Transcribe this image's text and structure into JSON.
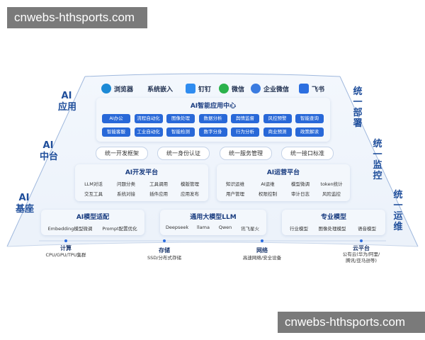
{
  "watermark": {
    "top": "cnwebs-hthsports.com",
    "bottom": "cnwebs-hthsports.com"
  },
  "layers": {
    "app": "AI\n应用",
    "middle": "AI\n中台",
    "base": "AI\n基座"
  },
  "unified": {
    "part1": "统\n一\n部\n署",
    "part2": "统\n一\n监\n控",
    "part3": "统\n一\n运\n维"
  },
  "top_apps": [
    {
      "label": "浏览器",
      "icon": "edge-browser-icon",
      "color": "#1c8ad6"
    },
    {
      "label": "系统嵌入",
      "icon": "",
      "color": ""
    },
    {
      "label": "钉钉",
      "icon": "dingtalk-icon",
      "color": "#2f8cf0"
    },
    {
      "label": "微信",
      "icon": "wechat-icon",
      "color": "#2bb24c"
    },
    {
      "label": "企业微信",
      "icon": "wecom-icon",
      "color": "#3a7be0"
    },
    {
      "label": "飞书",
      "icon": "feishu-icon",
      "color": "#2c6fe0"
    }
  ],
  "app_center": {
    "title": "AI智能应用中心",
    "row1": [
      "AI办公",
      "流程自动化",
      "图像处理",
      "数据分析",
      "舆情监督",
      "风控预警",
      "智能查询"
    ],
    "row2": [
      "智能客服",
      "工业自动化",
      "智能检测",
      "数字分身",
      "行为分析",
      "商业预测",
      "政策解读"
    ]
  },
  "unify_pills": [
    "统一开发框架",
    "统一身份认证",
    "统一服务管理",
    "统一接口标准"
  ],
  "dev_platform": {
    "title": "AI开发平台",
    "row1": [
      "LLM对话",
      "问题分类",
      "工具调用",
      "模版管理"
    ],
    "row2": [
      "交互工具",
      "系统对接",
      "插件应用",
      "应用发布"
    ]
  },
  "ops_platform": {
    "title": "AI运营平台",
    "row1": [
      "知识运维",
      "AI运维",
      "模型微调",
      "token统计"
    ],
    "row2": [
      "用户管理",
      "权限控制",
      "审计日志",
      "风险监控"
    ]
  },
  "model_adapt": {
    "title": "AI模型适配",
    "items": [
      "Embedding模型微调",
      "Prompt配置优化"
    ]
  },
  "llm": {
    "title": "通用大模型LLM",
    "items": [
      "Deepseek",
      "llama",
      "Qwen",
      "讯飞星火"
    ]
  },
  "pro_model": {
    "title": "专业模型",
    "items": [
      "行业模型",
      "图像处理模型",
      "语音模型"
    ]
  },
  "infra": [
    {
      "title": "计算",
      "sub": "CPU/GPU/TPU集群"
    },
    {
      "title": "存储",
      "sub": "SSD/分布式存储"
    },
    {
      "title": "网络",
      "sub": "高速网络/安全设备"
    },
    {
      "title": "云平台",
      "sub": "公有云(华为/阿里/\n腾讯/亚马逊等)"
    }
  ],
  "colors": {
    "accent": "#2868d8",
    "label": "#1f4e9b"
  }
}
